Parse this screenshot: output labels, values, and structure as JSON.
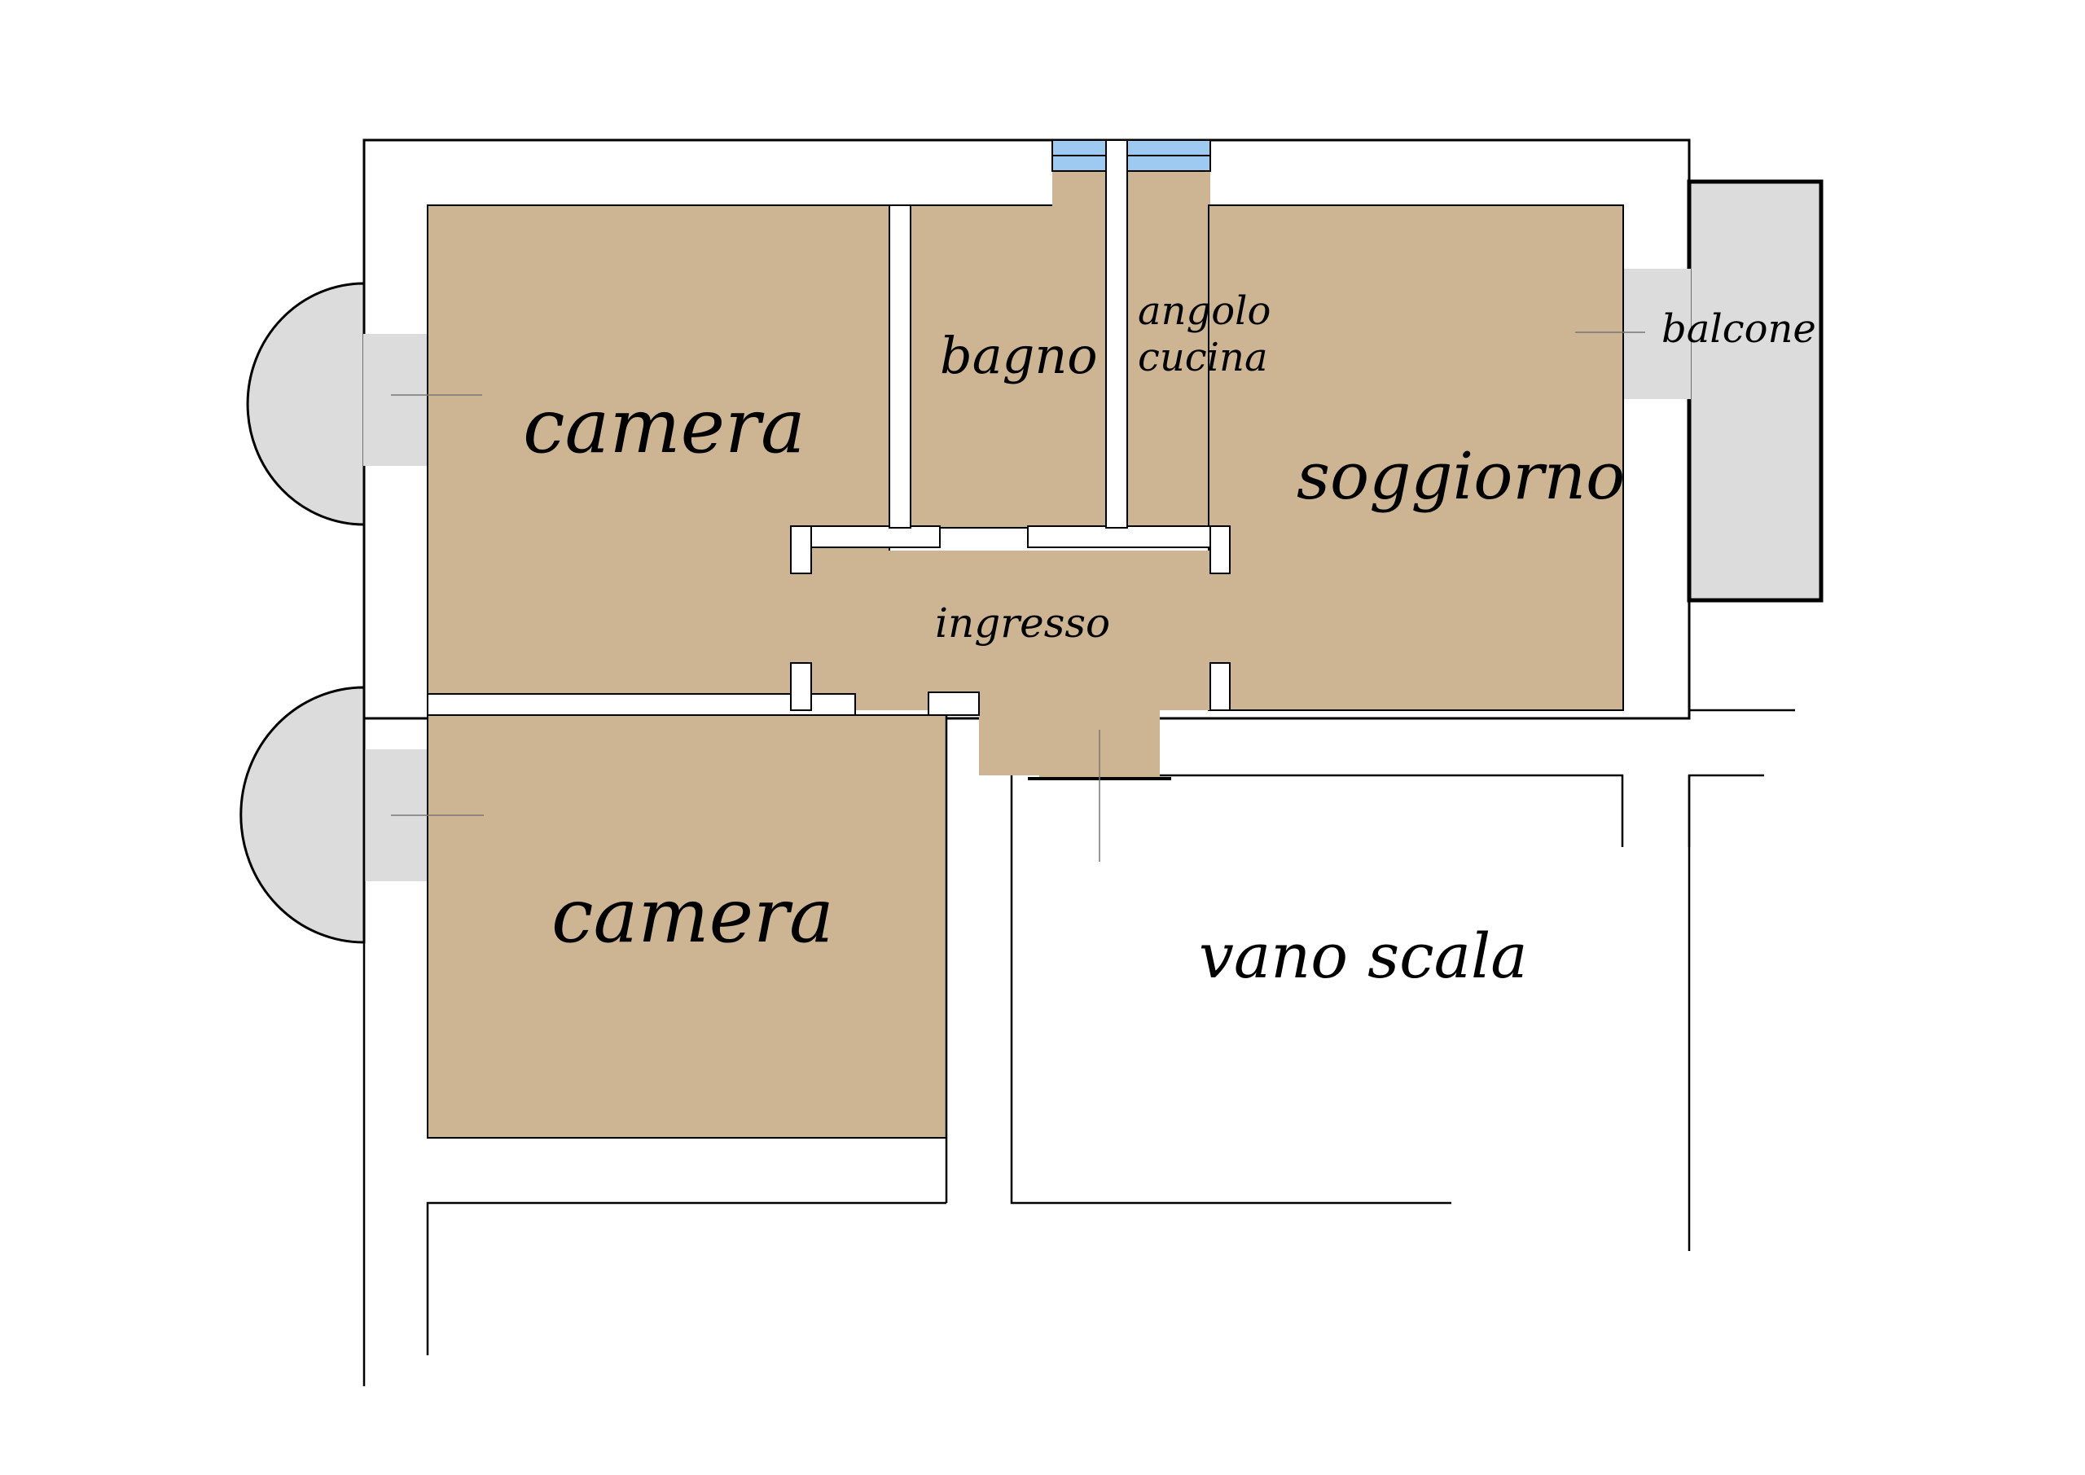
{
  "colors": {
    "room_fill": "#cdb593",
    "balcony_fill": "#dcdcdc",
    "wall_fill": "#ffffff",
    "line": "#000000",
    "window_fill": "#9ec9f1"
  },
  "rooms": {
    "camera_top": "camera",
    "camera_bottom": "camera",
    "bagno": "bagno",
    "angolo_cucina_1": "angolo",
    "angolo_cucina_2": "cucina",
    "soggiorno": "soggiorno",
    "ingresso": "ingresso",
    "balcone": "balcone",
    "vano_scala": "vano scala"
  }
}
